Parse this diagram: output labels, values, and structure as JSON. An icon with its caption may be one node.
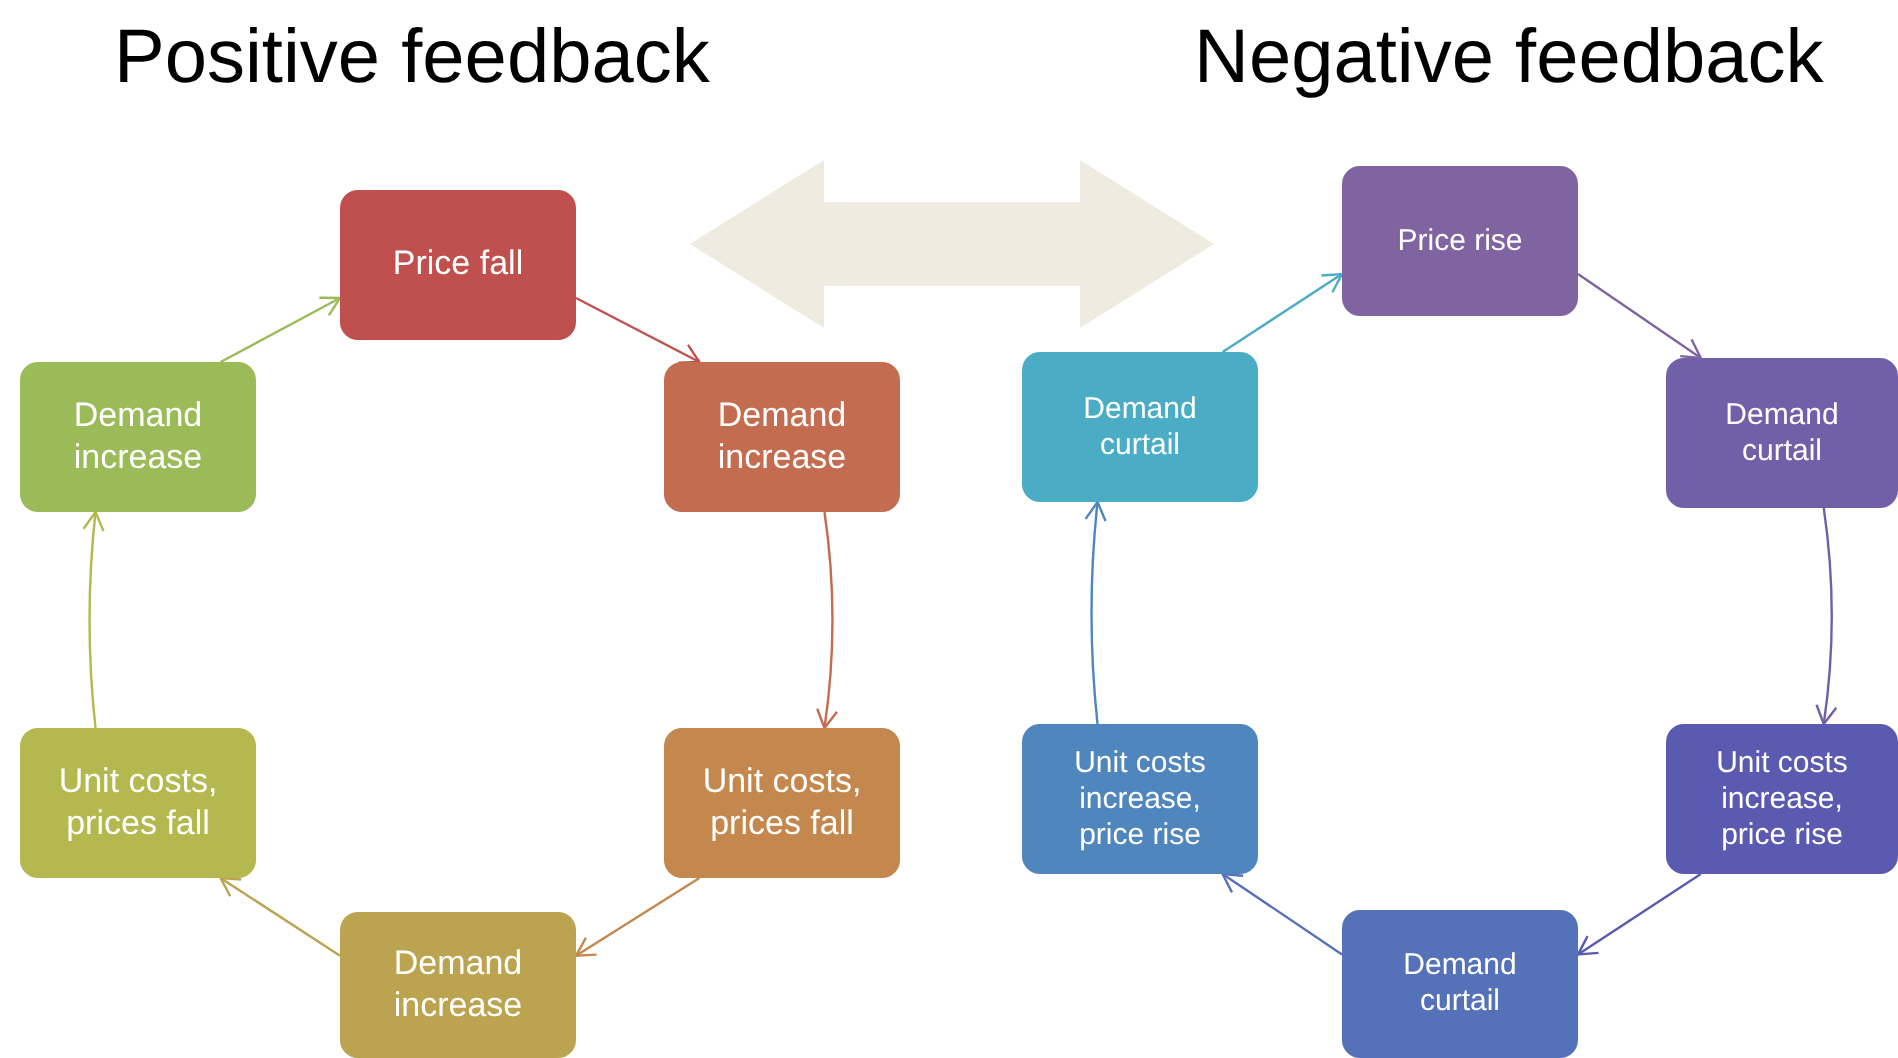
{
  "diagram": {
    "nodes": [
      {
        "text": [
          "Price fall"
        ]
      },
      {
        "text": [
          "Demand increase"
        ]
      },
      {
        "text": [
          "Unit costs, prices fall"
        ]
      },
      {
        "text": [
          "Demand increase"
        ]
      },
      {
        "text": [
          "Unit costs, prices fall"
        ]
      },
      {
        "text": [
          "Demand increase"
        ]
      },
      {
        "text": [
          "Price rise"
        ]
      },
      {
        "text": [
          "Demand curtail"
        ]
      },
      {
        "text": [
          "Unit costs increase, price rise"
        ]
      },
      {
        "text": [
          "Demand curtail"
        ]
      },
      {
        "text": [
          "Unit costs increase, price rise"
        ]
      },
      {
        "text": [
          "Demand curtail"
        ]
      }
    ],
    "edges": [
      {
        "from": 0,
        "to": 1,
        "arrow": "to",
        "color": "#c0504d"
      },
      {
        "from": 1,
        "to": 2,
        "arrow": "to",
        "color": "#c46c4f"
      },
      {
        "from": 2,
        "to": 3,
        "arrow": "to",
        "color": "#c4874d"
      },
      {
        "from": 3,
        "to": 4,
        "arrow": "to",
        "color": "#bca34f"
      },
      {
        "from": 4,
        "to": 5,
        "arrow": "to",
        "color": "#b3b84f"
      },
      {
        "from": 5,
        "to": 0,
        "arrow": "to",
        "color": "#9bbb59"
      },
      {
        "from": 6,
        "to": 7,
        "arrow": "to",
        "color": "#8064a2"
      },
      {
        "from": 7,
        "to": 8,
        "arrow": "to",
        "color": "#7160a8"
      },
      {
        "from": 8,
        "to": 9,
        "arrow": "to",
        "color": "#5a5ab0"
      },
      {
        "from": 9,
        "to": 10,
        "arrow": "to",
        "color": "#5571b8"
      },
      {
        "from": 10,
        "to": 11,
        "arrow": "to",
        "color": "#4f86bd"
      },
      {
        "from": 11,
        "to": 6,
        "arrow": "to",
        "color": "#4bacc6"
      }
    ],
    "labels": [
      "Positive feedback",
      "Negative feedback"
    ]
  }
}
